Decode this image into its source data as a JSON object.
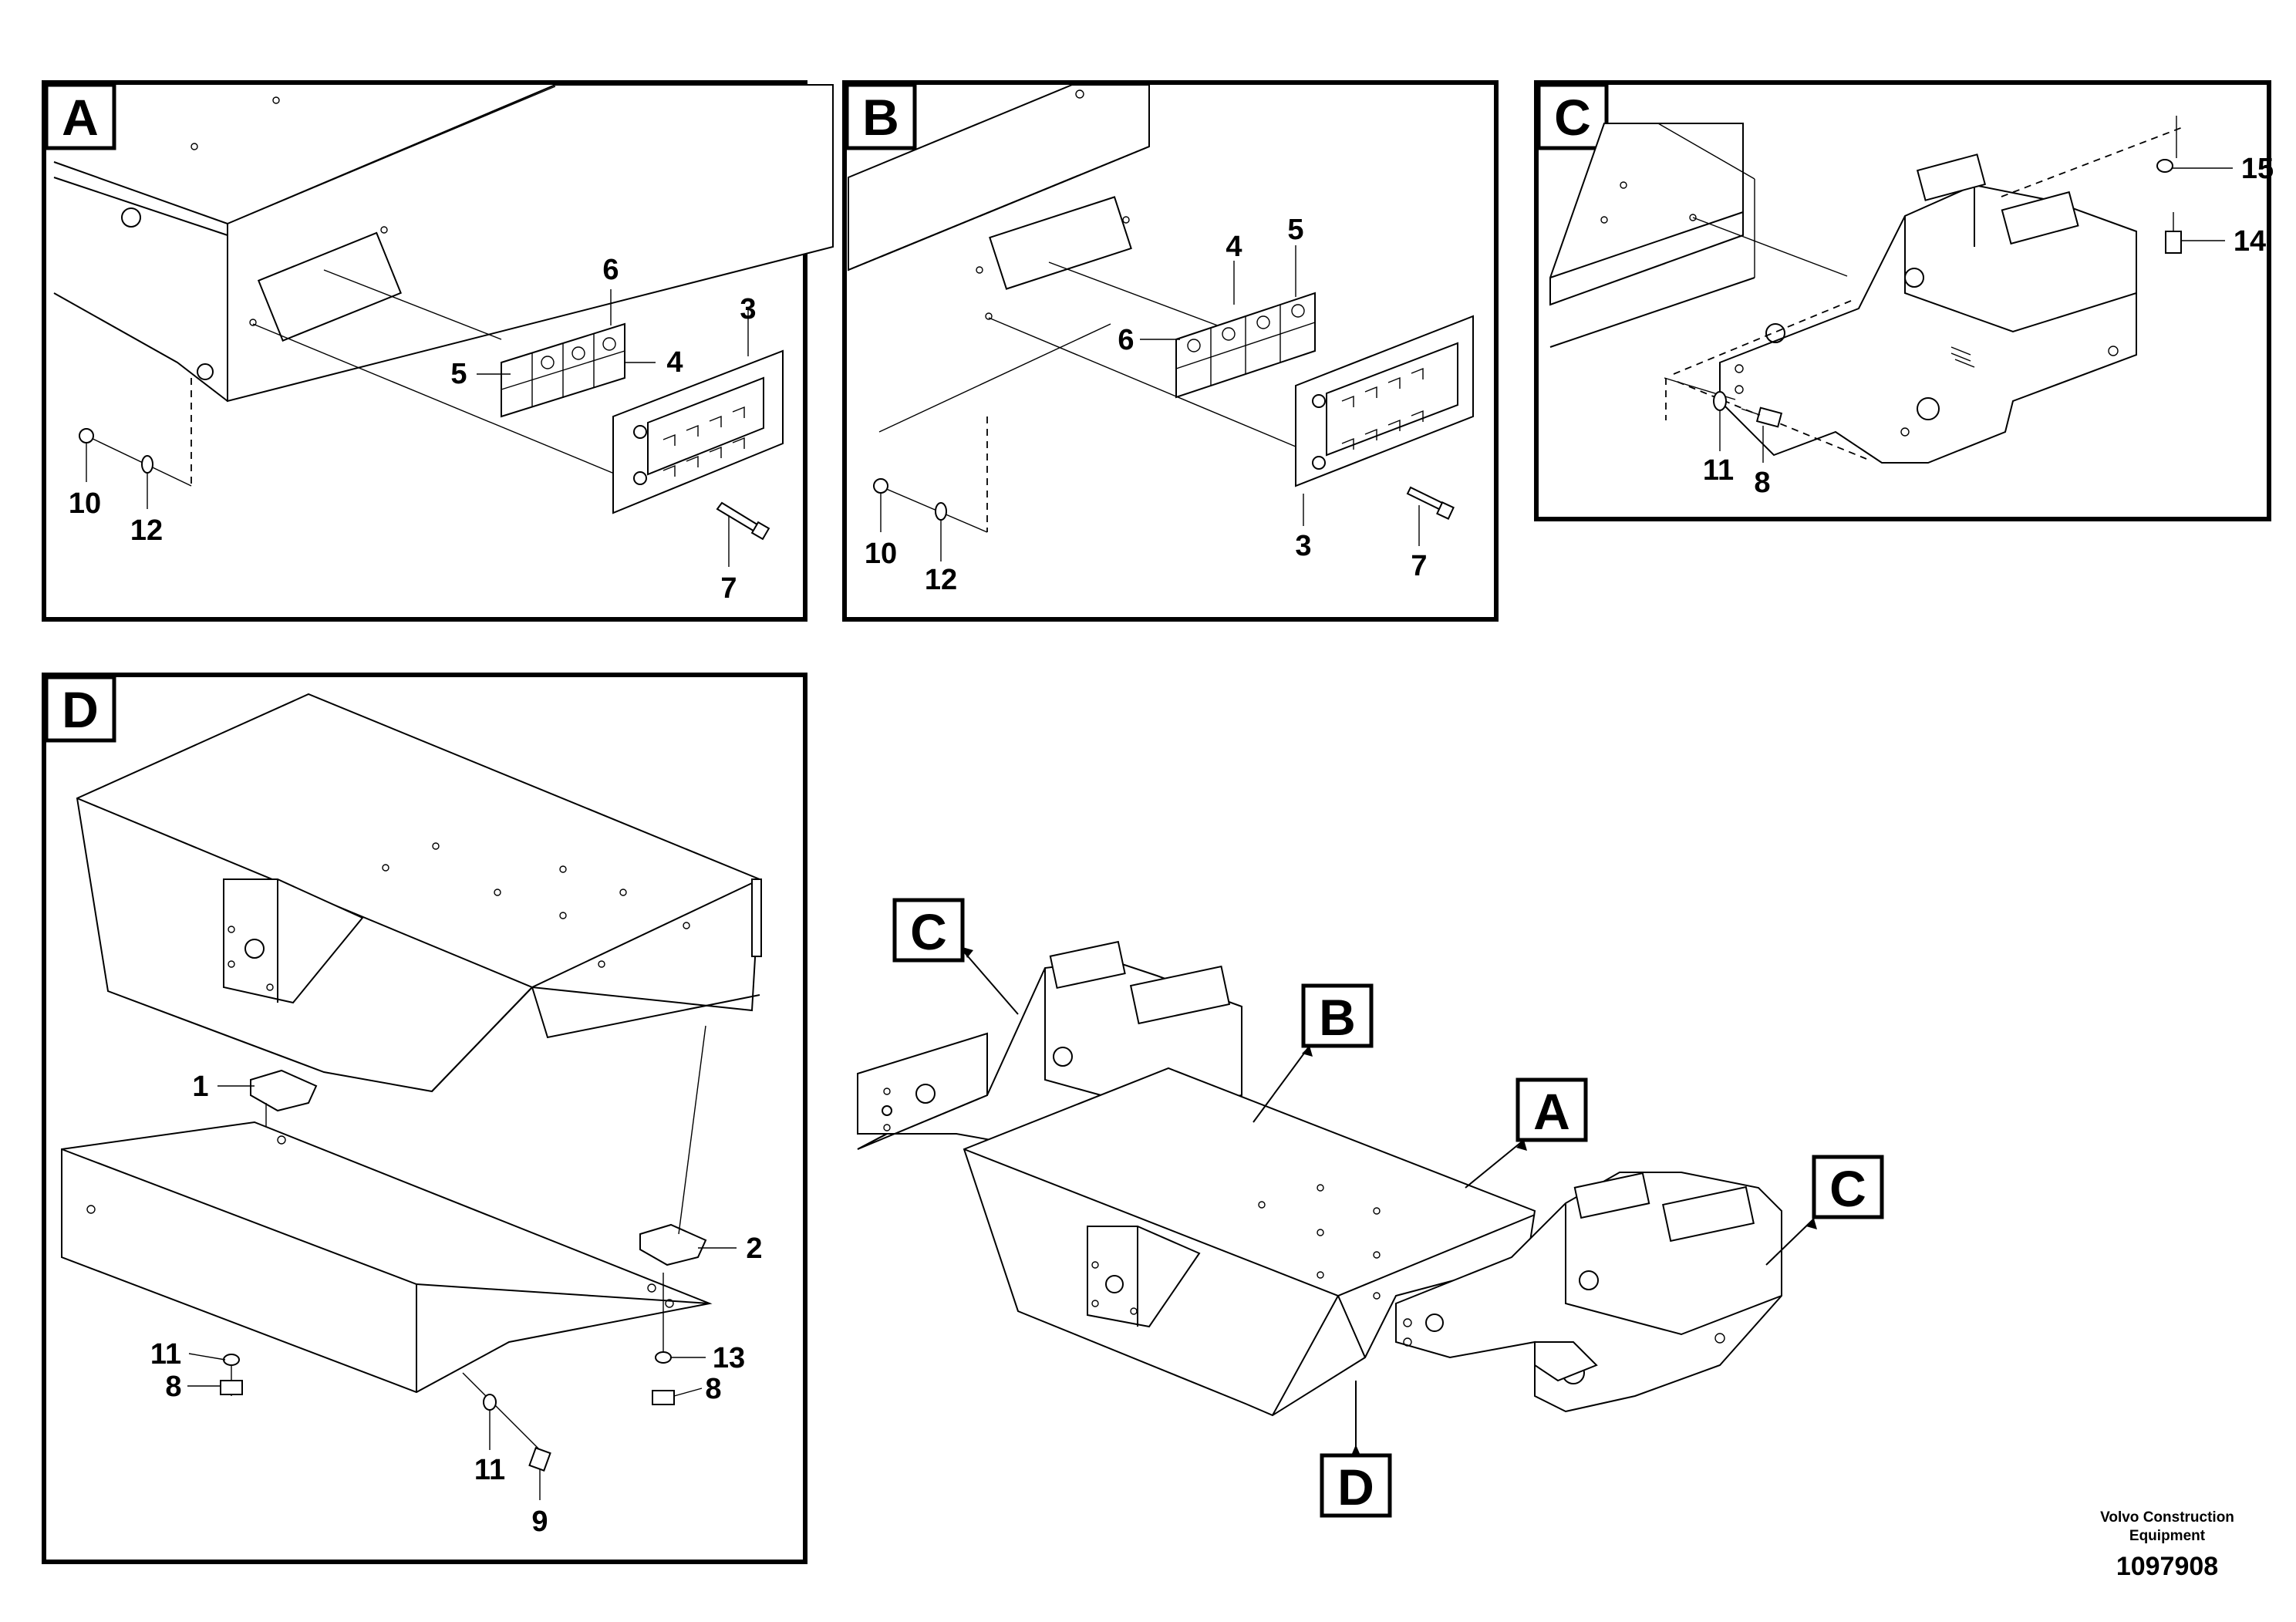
{
  "panels": {
    "A": {
      "tag": "A",
      "callouts": [
        "3",
        "4",
        "5",
        "6",
        "7",
        "10",
        "12"
      ]
    },
    "B": {
      "tag": "B",
      "callouts": [
        "3",
        "4",
        "5",
        "6",
        "7",
        "10",
        "12"
      ]
    },
    "C": {
      "tag": "C",
      "callouts": [
        "8",
        "11",
        "14",
        "15"
      ]
    },
    "D": {
      "tag": "D",
      "callouts": [
        "1",
        "2",
        "8",
        "8",
        "9",
        "11",
        "11",
        "13"
      ]
    }
  },
  "overview": {
    "tags": [
      "C",
      "B",
      "A",
      "C",
      "D"
    ]
  },
  "footer": {
    "company_line1": "Volvo Construction",
    "company_line2": "Equipment",
    "document_number": "1097908"
  }
}
